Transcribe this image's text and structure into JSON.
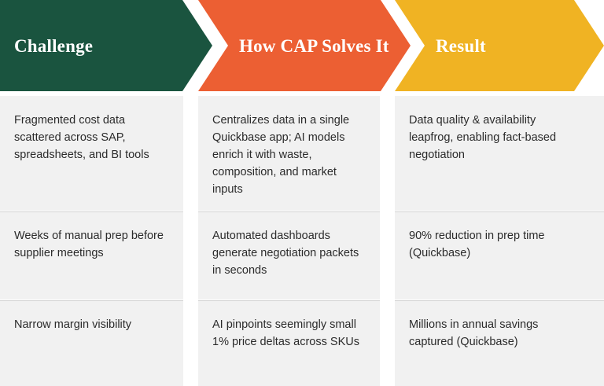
{
  "theme": {
    "challenge_color": "#1a543f",
    "solution_color": "#ec5f33",
    "result_color": "#f0b323",
    "cell_background": "#f1f1f1",
    "divider_color": "#d2d2d2",
    "header_text_color": "#ffffff",
    "body_text_color": "#2b2b2b",
    "page_background": "#ffffff"
  },
  "columns": [
    {
      "id": "challenge",
      "header": "Challenge",
      "accent": "#1a543f",
      "cells": [
        "Fragmented cost data scattered across SAP, spreadsheets, and BI tools",
        "Weeks of manual prep before supplier meetings",
        "Narrow margin visibility"
      ]
    },
    {
      "id": "how-cap-solves-it",
      "header": "How CAP Solves It",
      "accent": "#ec5f33",
      "cells": [
        "Centralizes data in a single Quickbase app; AI models enrich it with waste, composition, and market inputs",
        "Automated dashboards generate negotiation packets in seconds",
        "AI pinpoints seemingly small 1% price deltas across SKUs"
      ]
    },
    {
      "id": "result",
      "header": "Result",
      "accent": "#f0b323",
      "cells": [
        "Data quality & availability leapfrog, enabling fact-based negotiation",
        "90% reduction in prep time (Quickbase)",
        "Millions in annual savings captured (Quickbase)"
      ]
    }
  ]
}
